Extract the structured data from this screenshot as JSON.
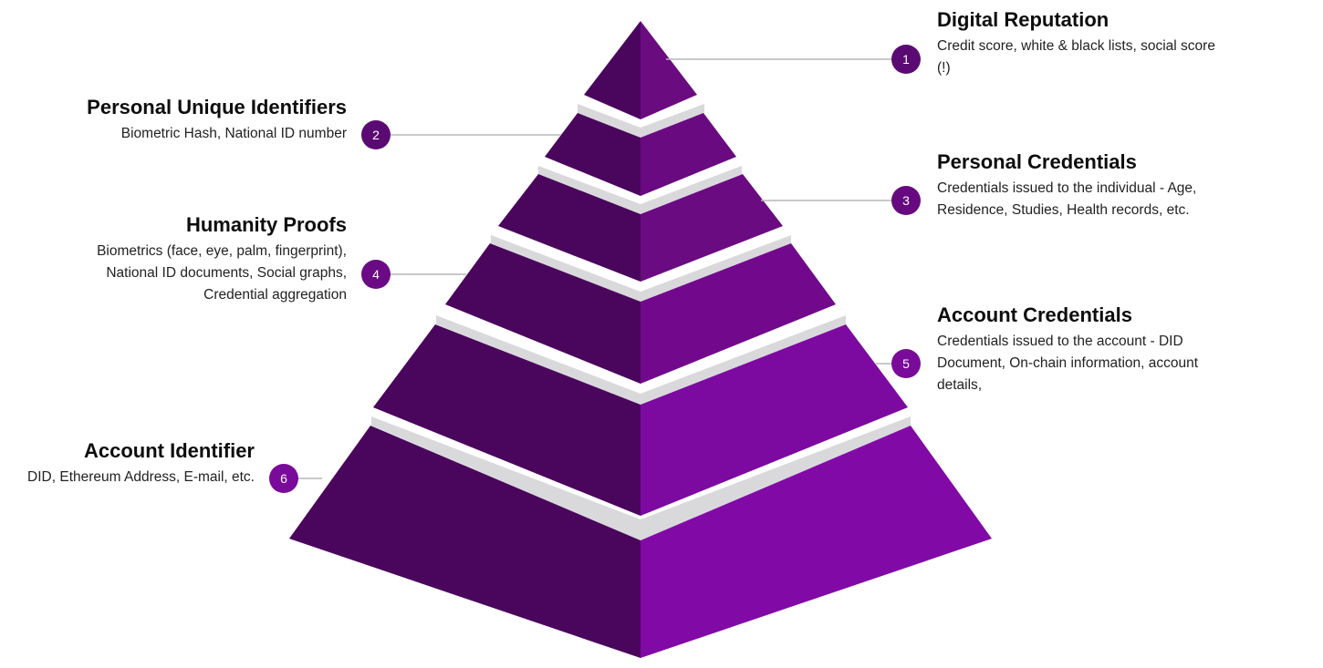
{
  "colors": {
    "left_face": "#4a065c",
    "band_gap": "#d9d9dc",
    "connector": "#b7b7b7",
    "right_faces": [
      "#6b0b80",
      "#690a80",
      "#6b0b82",
      "#72098c",
      "#7c09a0",
      "#8109a6"
    ],
    "badges": [
      "#5b0a73",
      "#5b0a73",
      "#670a80",
      "#6b0a84",
      "#7a0a9a",
      "#7a0a9a"
    ]
  },
  "layers": [
    {
      "number": "1",
      "title": "Digital Reputation",
      "description": "Credit score, white & black lists, social score (!)"
    },
    {
      "number": "2",
      "title": "Personal Unique Identifiers",
      "description": "Biometric Hash, National ID number"
    },
    {
      "number": "3",
      "title": "Personal Credentials",
      "description": "Credentials issued to the individual - Age, Residence, Studies, Health records, etc."
    },
    {
      "number": "4",
      "title": "Humanity Proofs",
      "description": "Biometrics (face, eye, palm, fingerprint), National ID documents, Social graphs, Credential aggregation"
    },
    {
      "number": "5",
      "title": "Account Credentials",
      "description": "Credentials issued to the account - DID Document, On-chain information, account details,"
    },
    {
      "number": "6",
      "title": "Account Identifier",
      "description": "DID, Ethereum Address, E-mail, etc."
    }
  ]
}
